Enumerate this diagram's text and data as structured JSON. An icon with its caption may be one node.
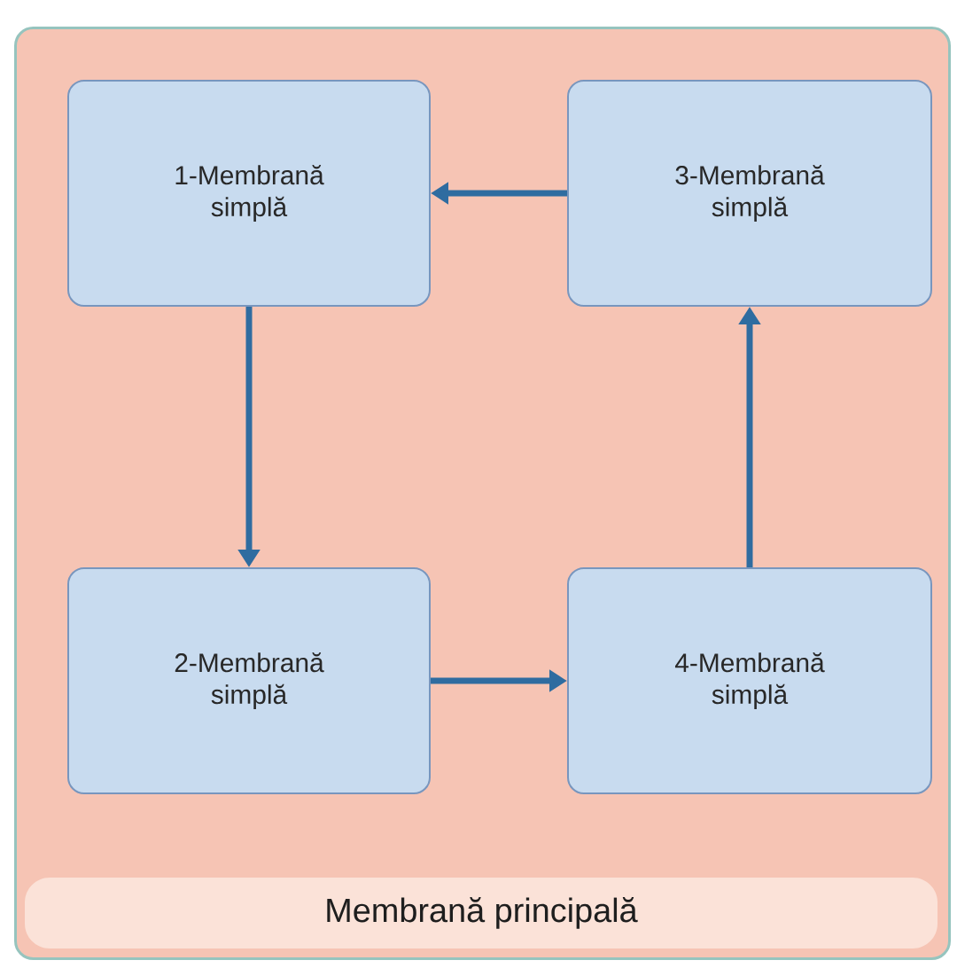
{
  "diagram": {
    "nodes": [
      {
        "text": [
          "Membrană principală"
        ]
      },
      {
        "text": [
          "1-Membrană simplă"
        ],
        "in": 0
      },
      {
        "text": [
          "3-Membrană simplă"
        ],
        "in": 0
      },
      {
        "text": [
          "2-Membrană simplă"
        ],
        "in": 0
      },
      {
        "text": [
          "4-Membrană simplă"
        ],
        "in": 0
      }
    ],
    "edges": [
      {
        "from": 2,
        "to": 1,
        "arrow": "to"
      },
      {
        "from": 1,
        "to": 3,
        "arrow": "to"
      },
      {
        "from": 3,
        "to": 4,
        "arrow": "to"
      },
      {
        "from": 4,
        "to": 2,
        "arrow": "to"
      }
    ]
  }
}
